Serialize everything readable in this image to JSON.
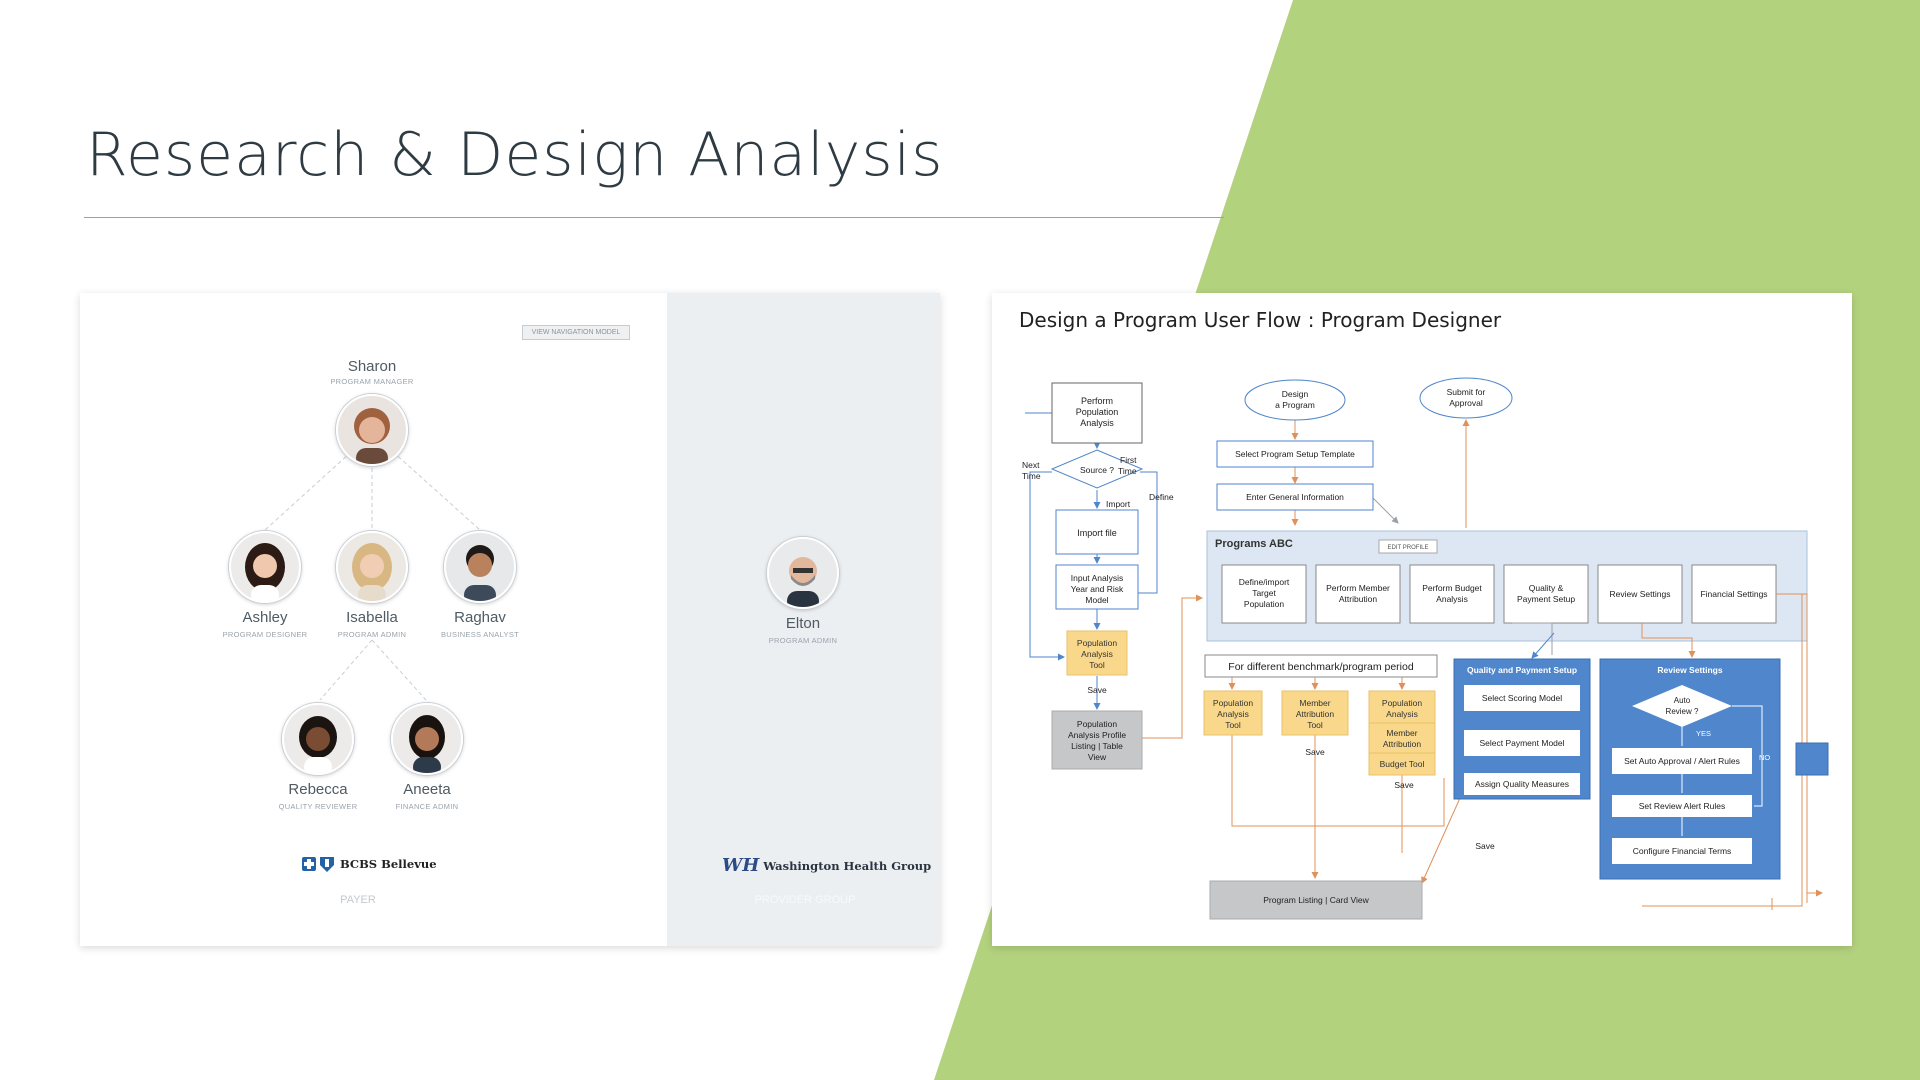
{
  "slide": {
    "title": "Research & Design Analysis"
  },
  "colors": {
    "accent_green": "#b3d27e",
    "flow_blue": "#4f86cc",
    "tool_yellow": "#f9d88b"
  },
  "roles_card": {
    "nav_button": "VIEW NAVIGATION MODEL",
    "people": [
      {
        "name": "Sharon",
        "role": "PROGRAM MANAGER"
      },
      {
        "name": "Ashley",
        "role": "PROGRAM DESIGNER"
      },
      {
        "name": "Isabella",
        "role": "PROGRAM ADMIN"
      },
      {
        "name": "Raghav",
        "role": "BUSINESS ANALYST"
      },
      {
        "name": "Rebecca",
        "role": "QUALITY REVIEWER"
      },
      {
        "name": "Aneeta",
        "role": "FINANCE ADMIN"
      },
      {
        "name": "Elton",
        "role": "PROGRAM ADMIN"
      }
    ],
    "payer_logo": "BCBS Bellevue",
    "payer_label": "PAYER",
    "provider_logo": "Washington Health Group",
    "provider_logo_mark": "WH",
    "provider_label": "PROVIDER GROUP"
  },
  "flow_card": {
    "title": "Design a Program User Flow :  Program Designer",
    "nodes": {
      "perform_pop": [
        "Perform",
        "Population",
        "Analysis"
      ],
      "source": "Source ?",
      "import_file": "Import file",
      "input_analysis": [
        "Input Analysis",
        "Year and Risk",
        "Model"
      ],
      "pop_tool_left": [
        "Population",
        "Analysis",
        "Tool"
      ],
      "pop_profile": [
        "Population",
        "Analysis Profile",
        "Listing | Table",
        "View"
      ],
      "design_program": [
        "Design",
        "a Program"
      ],
      "submit_approval": [
        "Submit for",
        "Approval"
      ],
      "select_template": "Select Program Setup Template",
      "enter_info": "Enter General Information",
      "programs_abc": "Programs ABC",
      "edit_profile": "EDIT PROFILE",
      "define_import": [
        "Define/import",
        "Target",
        "Population"
      ],
      "perform_member": [
        "Perform Member",
        "Attribution"
      ],
      "perform_budget": [
        "Perform Budget",
        "Analysis"
      ],
      "quality_payment": [
        "Quality &",
        "Payment Setup"
      ],
      "review_settings": "Review Settings",
      "financial_settings": "Financial Settings",
      "benchmark": "For different benchmark/program period",
      "tool_pop": [
        "Population",
        "Analysis",
        "Tool"
      ],
      "tool_member": [
        "Member",
        "Attribution",
        "Tool"
      ],
      "tool_stack_pop": [
        "Population",
        "Analysis"
      ],
      "tool_stack_member": [
        "Member",
        "Attribution"
      ],
      "tool_stack_budget": "Budget Tool",
      "qp_header": "Quality and Payment Setup",
      "select_scoring": "Select Scoring Model",
      "select_payment": "Select Payment Model",
      "assign_quality": "Assign Quality Measures",
      "rs_header": "Review Settings",
      "auto_review": [
        "Auto",
        "Review ?"
      ],
      "set_auto": "Set Auto Approval / Alert Rules",
      "set_review_alert": "Set Review Alert Rules",
      "config_fin": "Configure Financial Terms",
      "program_listing": "Program Listing | Card View"
    },
    "edges": {
      "next_time": [
        "Next",
        "Time"
      ],
      "first_time": [
        "First",
        "Time"
      ],
      "define": "Define",
      "import": "Import",
      "save": "Save",
      "yes": "YES",
      "no": "NO"
    }
  }
}
